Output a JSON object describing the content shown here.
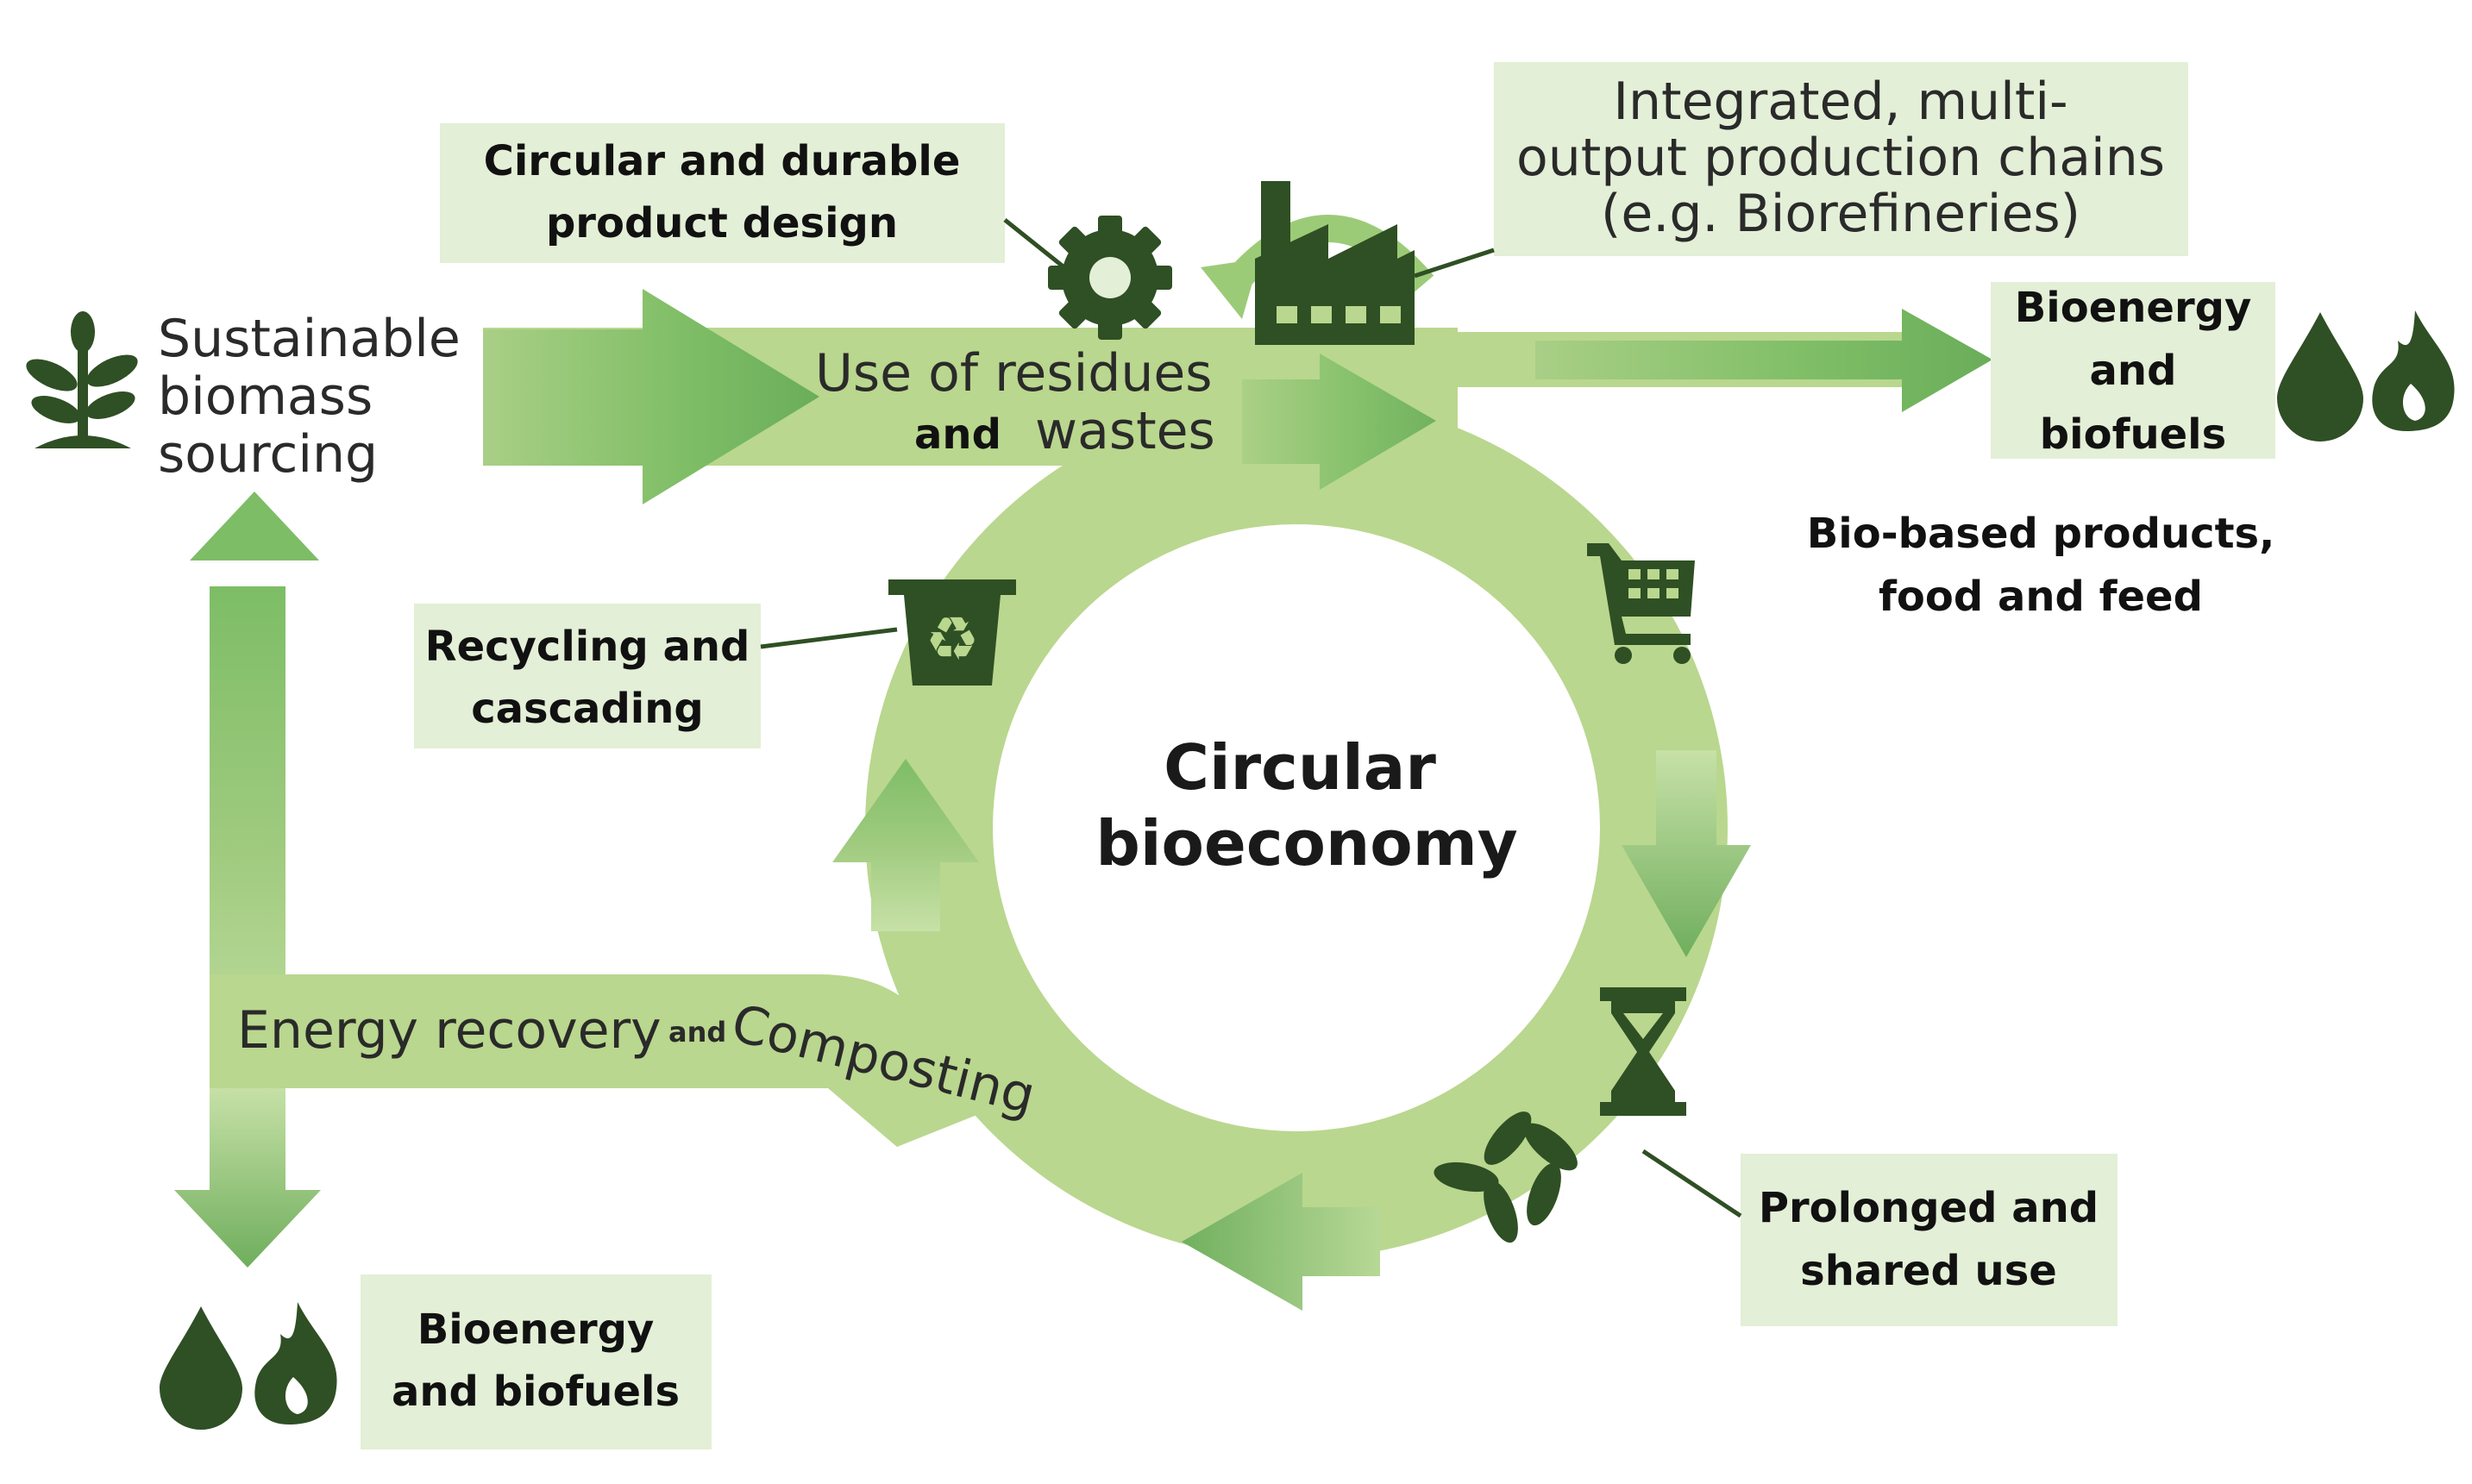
{
  "center": {
    "line1": "Circular",
    "line2": "bioeconomy"
  },
  "sourcing": {
    "line1": "Sustainable",
    "line2": "biomass",
    "line3": "sourcing"
  },
  "design_box": {
    "line1": "Circular and durable",
    "line2": "product design"
  },
  "production_box": {
    "line1": "Integrated, multi-",
    "line2": "output production chains",
    "line3": "(e.g. Biorefineries)"
  },
  "residues": {
    "line1": "Use of residues",
    "line2_a": "and",
    "line2_b": "wastes"
  },
  "bioenergy_top": {
    "line1": "Bioenergy",
    "line2": "and",
    "line3": "biofuels"
  },
  "biobased": {
    "line1": "Bio-based products,",
    "line2": "food and feed"
  },
  "recycling_box": {
    "line1": "Recycling and",
    "line2": "cascading"
  },
  "energy_recovery": {
    "part1": "Energy recovery",
    "and": "and",
    "part2": "Composting"
  },
  "prolonged_box": {
    "line1": "Prolonged and",
    "line2": "shared use"
  },
  "bioenergy_bottom": {
    "line1": "Bioenergy",
    "line2": "and biofuels"
  },
  "icons": [
    "seedling-icon",
    "gear-icon",
    "factory-icon",
    "shopping-cart-icon",
    "hourglass-icon",
    "hands-icon",
    "recycle-bin-icon",
    "water-drop-icon",
    "flame-icon"
  ],
  "colors": {
    "light_green": "#b9d78e",
    "arrow_green": "#76b36a",
    "dark_green": "#2f4f24",
    "box_bg": "#e3efd6"
  }
}
